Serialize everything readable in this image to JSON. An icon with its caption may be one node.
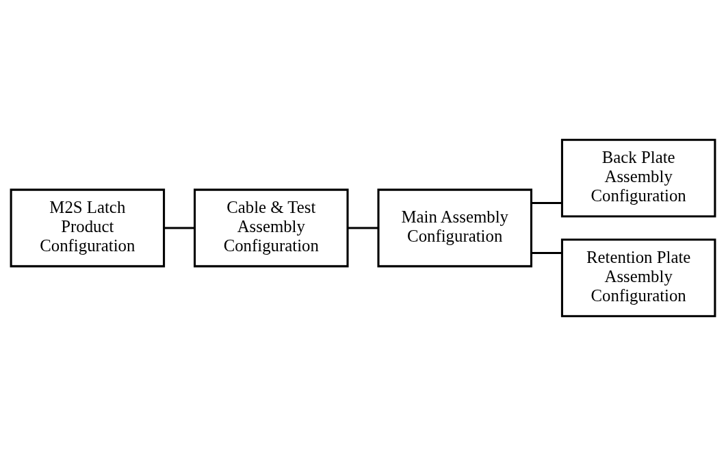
{
  "diagram": {
    "nodes": [
      {
        "text": [
          "M2S Latch Product Configuration"
        ]
      },
      {
        "text": [
          "Cable & Test Assembly Configuration"
        ]
      },
      {
        "text": [
          "Main Assembly Configuration"
        ]
      },
      {
        "text": [
          "Back Plate Assembly Configuration"
        ]
      },
      {
        "text": [
          "Retention Plate Assembly Configuration"
        ]
      }
    ],
    "edges": [
      {
        "from": 0,
        "to": 1,
        "arrow": "none"
      },
      {
        "from": 1,
        "to": 2,
        "arrow": "none"
      },
      {
        "from": 2,
        "to": 3,
        "arrow": "none"
      },
      {
        "from": 2,
        "to": 4,
        "arrow": "none"
      }
    ]
  }
}
